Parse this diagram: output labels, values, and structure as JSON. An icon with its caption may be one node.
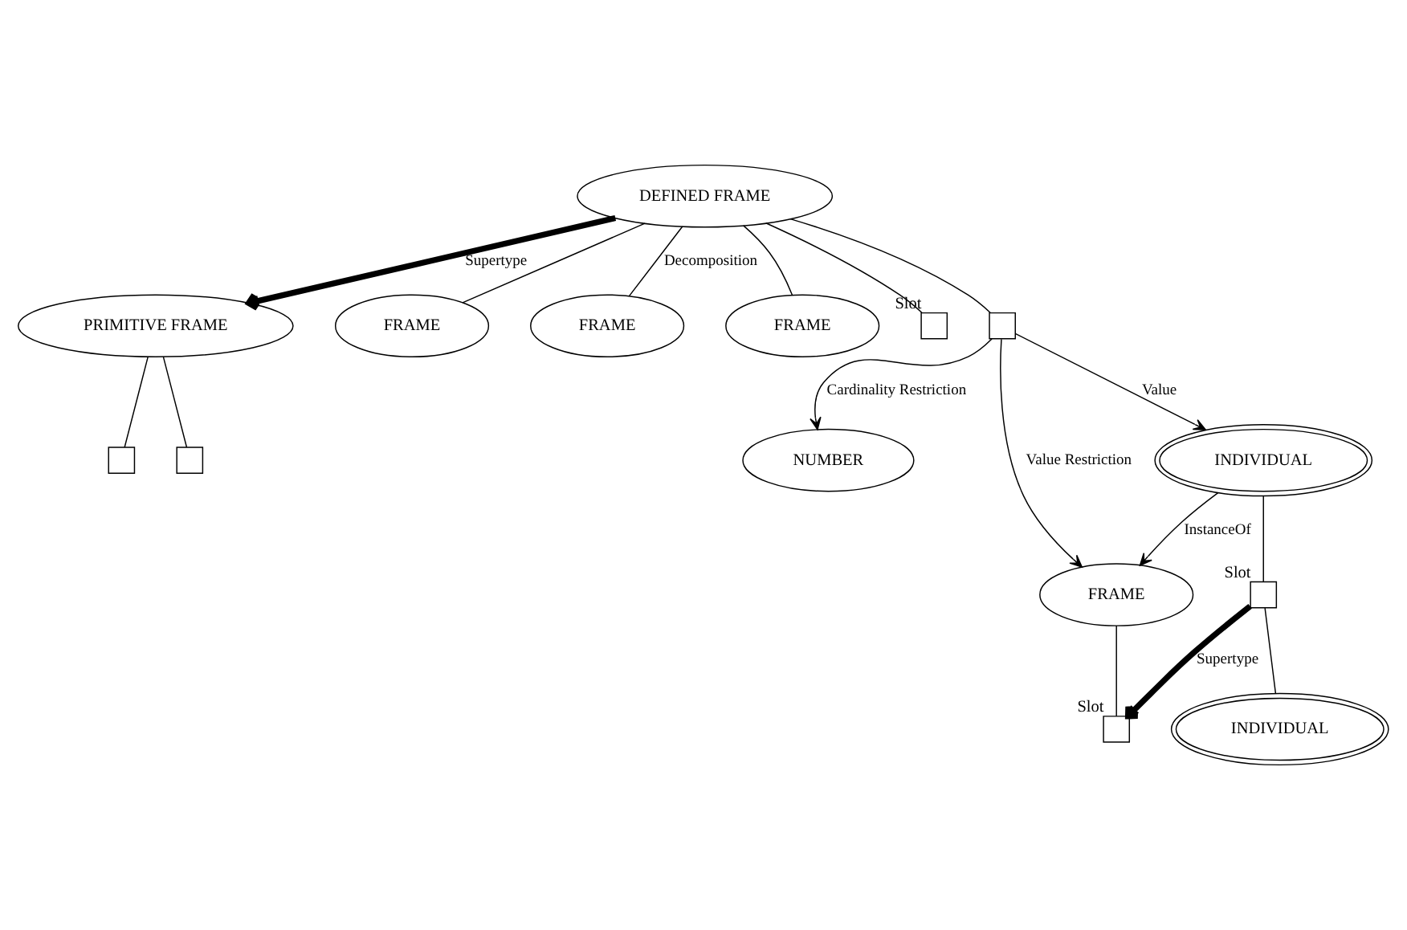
{
  "diagram": {
    "nodes": [
      {
        "text": [
          "PRIMITIVE FRAME"
        ]
      },
      {
        "text": [],
        "shape": "box"
      },
      {
        "text": [],
        "shape": "box"
      },
      {
        "text": [
          "DEFINED FRAME"
        ]
      },
      {
        "text": [
          "FRAME"
        ]
      },
      {
        "text": [
          "FRAME"
        ]
      },
      {
        "text": [
          "FRAME"
        ]
      },
      {
        "text": [],
        "shape": "box",
        "beside": [
          "Slot"
        ]
      },
      {
        "text": [],
        "shape": "box"
      },
      {
        "text": [
          "NUMBER"
        ]
      },
      {
        "text": [
          "FRAME"
        ]
      },
      {
        "text": [],
        "shape": "box",
        "beside": [
          "Slot"
        ]
      },
      {
        "text": [
          "INDIVIDUAL"
        ]
      },
      {
        "text": [],
        "shape": "box",
        "beside": [
          "Slot"
        ]
      },
      {
        "text": [
          "INDIVIDUAL"
        ]
      }
    ],
    "edges": [
      {
        "from": 0,
        "to": 1,
        "arrow": "none"
      },
      {
        "from": 0,
        "to": 2,
        "arrow": "none"
      },
      {
        "from": 3,
        "to": 0,
        "arrow": "to",
        "label": "Supertype",
        "style": "thick"
      },
      {
        "from": 3,
        "to": 4,
        "arrow": "none"
      },
      {
        "from": 3,
        "to": 5,
        "arrow": "none",
        "label": "Decomposition"
      },
      {
        "from": 3,
        "to": 6,
        "arrow": "none"
      },
      {
        "from": 3,
        "to": 7,
        "arrow": "none"
      },
      {
        "from": 3,
        "to": 8,
        "arrow": "none"
      },
      {
        "from": 8,
        "to": 9,
        "arrow": "to",
        "label": "Cardinality Restriction"
      },
      {
        "from": 8,
        "to": 10,
        "arrow": "to",
        "label": "Value Restriction"
      },
      {
        "from": 8,
        "to": 12,
        "arrow": "to",
        "label": "Value"
      },
      {
        "from": 12,
        "to": 10,
        "arrow": "to",
        "label": "InstanceOf"
      },
      {
        "from": 10,
        "to": 11,
        "arrow": "none"
      },
      {
        "from": 12,
        "to": 13,
        "arrow": "none"
      },
      {
        "from": 13,
        "to": 14,
        "arrow": "none"
      },
      {
        "from": 13,
        "to": 11,
        "arrow": "to",
        "label": "Supertype",
        "style": "thick"
      }
    ]
  }
}
